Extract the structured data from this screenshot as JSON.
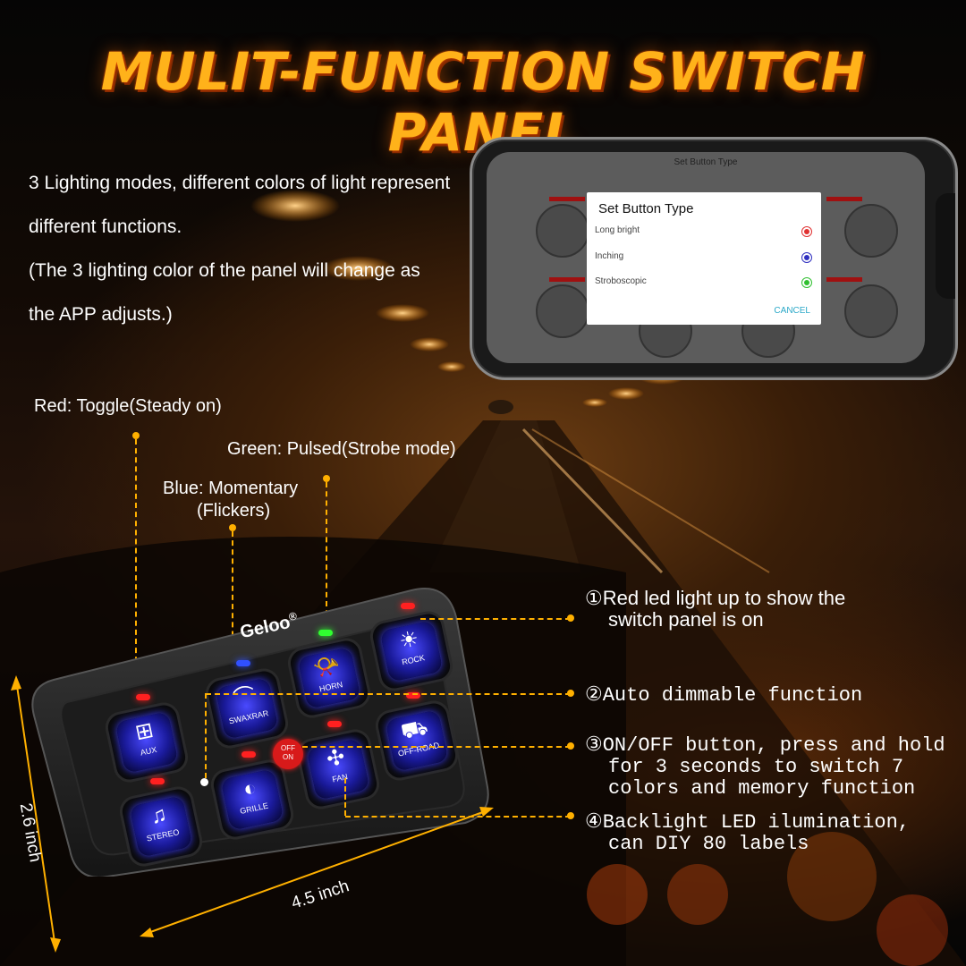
{
  "title": "MULIT-FUNCTION SWITCH PANEL",
  "description": [
    "3 Lighting modes, different colors of light represent",
    "different functions.",
    "(The 3 lighting color of the panel will change as",
    "the APP adjusts.)"
  ],
  "phone": {
    "screen_title": "Set Button Type",
    "dialog_title": "Set Button Type",
    "options": [
      {
        "label": "Long bright",
        "color": "#e03030"
      },
      {
        "label": "Inching",
        "color": "#3030c0"
      },
      {
        "label": "Stroboscopic",
        "color": "#30c030"
      }
    ],
    "cancel_label": "CANCEL"
  },
  "modes": {
    "red": "Red: Toggle(Steady on)",
    "green": "Green: Pulsed(Strobe mode)",
    "blue_line1": "Blue: Momentary",
    "blue_line2": "(Flickers)"
  },
  "panel": {
    "brand": "Geloo",
    "brand_mark": "®",
    "power_label_top": "OFF",
    "power_label_bottom": "ON",
    "buttons": [
      {
        "label": "AUX",
        "icon": "battery-icon",
        "led": "#ff2020"
      },
      {
        "label": "SWAXRAR",
        "icon": "wiper-icon",
        "led": "#3050ff"
      },
      {
        "label": "HORN",
        "icon": "horn-icon",
        "led": "#30ff30"
      },
      {
        "label": "ROCK",
        "icon": "rock-light-icon",
        "led": "#ff2020"
      },
      {
        "label": "STEREO",
        "icon": "music-icon",
        "led": "#ff2020"
      },
      {
        "label": "GRILLE",
        "icon": "headlight-icon",
        "led": "#ff2020"
      },
      {
        "label": "FAN",
        "icon": "fan-icon",
        "led": "#ff2020"
      },
      {
        "label": "OFF-ROAD",
        "icon": "off-road-icon",
        "led": "#ff2020"
      }
    ]
  },
  "features": [
    {
      "text1": "①Red led light up to show the",
      "text2": "switch panel is on"
    },
    {
      "text1": "②Auto dimmable function"
    },
    {
      "text1": "③ON/OFF button, press and hold",
      "text2": "for 3 seconds to switch 7",
      "text3": "colors and memory function"
    },
    {
      "text1": "④Backlight LED ilumination,",
      "text2": "can DIY 80 labels"
    }
  ],
  "dimensions": {
    "height": "2.6 inch",
    "width": "4.5 inch"
  },
  "colors": {
    "accent": "#ffb000",
    "title": "#ffb21a",
    "button_glow": "#3b3bff"
  }
}
